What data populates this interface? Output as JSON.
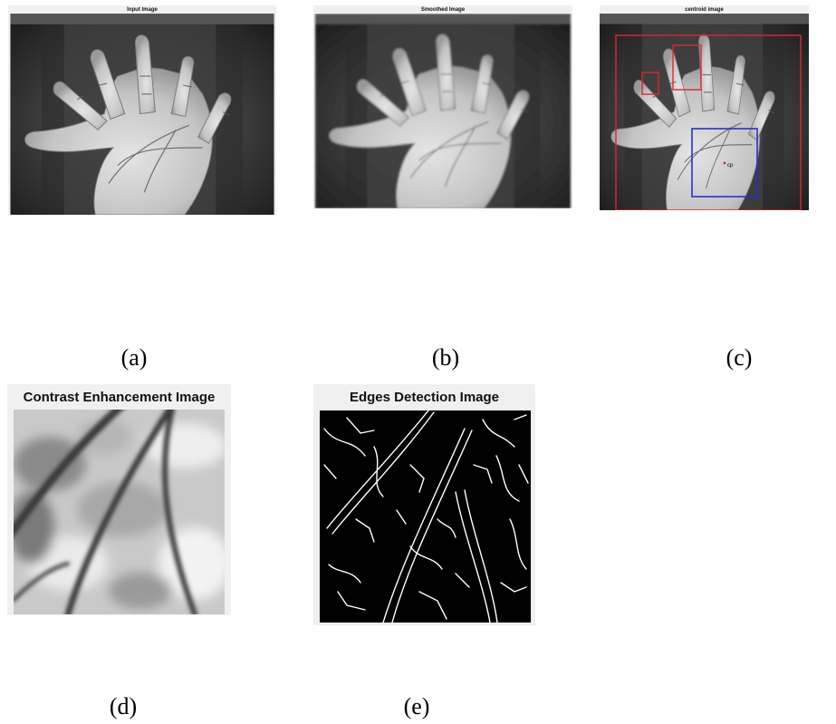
{
  "panels": {
    "a": {
      "title": "Input Image",
      "caption": "(a)"
    },
    "b": {
      "title": "Smoothed Image",
      "caption": "(b)"
    },
    "c": {
      "title": "centroid image",
      "caption": "(c)",
      "centroid_label": "cp"
    },
    "d": {
      "title": "Contrast Enhancement Image",
      "caption": "(d)"
    },
    "e": {
      "title": "Edges Detection Image",
      "caption": "(e)"
    }
  },
  "colors": {
    "panel_bg": "#f0f0f0",
    "finger_box": "#e0262e",
    "palm_box": "#2830d0",
    "edges_bg": "#000000",
    "edges_stroke": "#ffffff"
  }
}
